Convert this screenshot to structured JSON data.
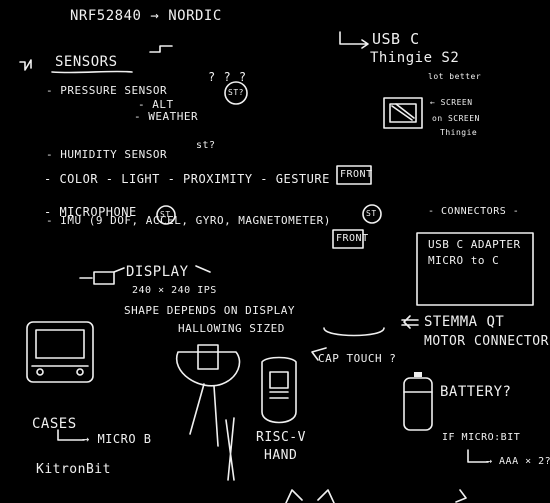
{
  "title": "NRF52840 → NORDIC",
  "usb": {
    "heading": "USB C",
    "board": "Thingie S2",
    "note": "lot better"
  },
  "sensors": {
    "heading": "SENSORS",
    "pressure": "- PRESSURE SENSOR",
    "alt": "- ALT",
    "weather": "- WEATHER",
    "st_tag": "ST?",
    "humidity": "- HUMIDITY SENSOR",
    "humidity_tag": "st?",
    "color": "- COLOR - LIGHT - PROXIMITY - GESTURE",
    "front_box_1": "FRONT",
    "microphone": "- MICROPHONE",
    "st_circle": "ST",
    "imu": "- IMU (9 DOF, ACCEL, GYRO, MAGNETOMETER)",
    "front_box_2": "FRONT"
  },
  "screen_note": {
    "line1": "← SCREEN",
    "line2": "on SCREEN",
    "line3": "Thingie"
  },
  "connectors": {
    "heading": "- CONNECTORS -",
    "box_line1": "USB C ADAPTER",
    "box_line2": "MICRO to C",
    "stemma": "STEMMA QT",
    "motor": "MOTOR CONNECTOR"
  },
  "display": {
    "heading": "DISPLAY",
    "res": "240 × 240 IPS",
    "shape": "SHAPE DEPENDS ON DISPLAY",
    "halloween": "HALLOWING SIZED"
  },
  "captouch": "CAP TOUCH ?",
  "battery": "BATTERY?",
  "power": {
    "if_microbit": "IF MICRO:BIT",
    "aaa": "→ AAA × 2?"
  },
  "cases": {
    "label": "CASES",
    "microb": "→ MICRO B",
    "kitronik": "KitronBit"
  },
  "riscv": {
    "line1": "RISC-V",
    "line2": "HAND"
  },
  "question_marks": "? ? ?"
}
